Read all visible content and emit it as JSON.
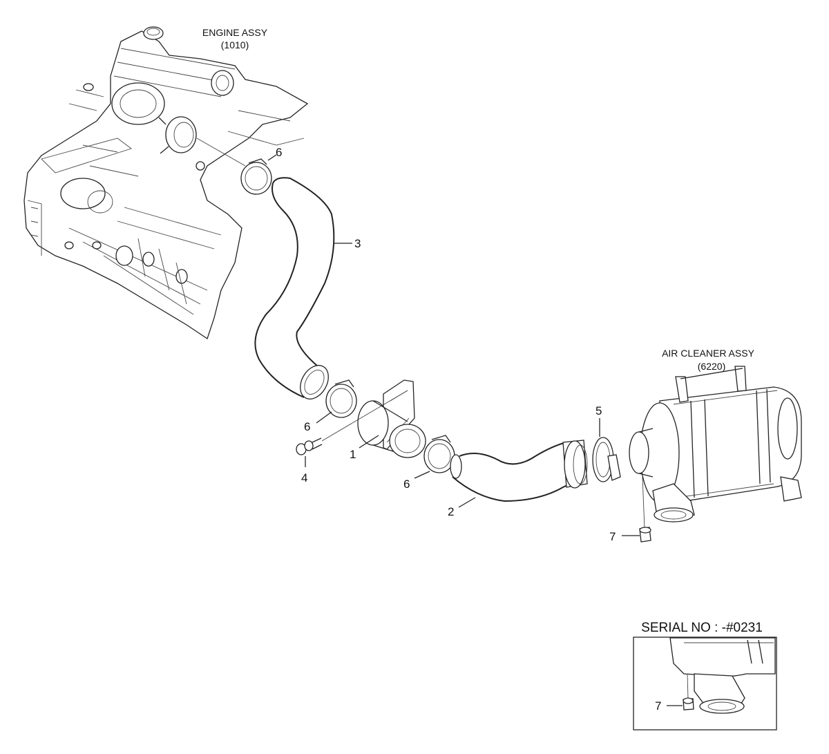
{
  "assemblies": {
    "engine": {
      "name": "ENGINE ASSY",
      "code": "(1010)"
    },
    "air_cleaner": {
      "name": "AIR CLEANER ASSY",
      "code": "(6220)"
    }
  },
  "callouts": {
    "pipe": "1",
    "hose_lower": "2",
    "hose_upper": "3",
    "bolt": "4",
    "clamp_small": "5",
    "clamp_top": "6",
    "clamp_mid": "6",
    "clamp_low": "6",
    "valve": "7"
  },
  "inset": {
    "serial_label": "SERIAL NO : -#0231",
    "valve_callout": "7"
  }
}
